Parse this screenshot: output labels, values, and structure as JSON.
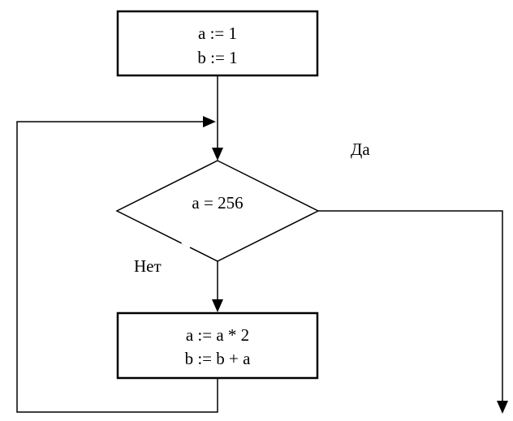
{
  "diagram": {
    "type": "flowchart",
    "line_color": "#000000",
    "background": "#ffffff",
    "nodes": {
      "init": {
        "kind": "process",
        "lines": [
          "a := 1",
          "b := 1"
        ]
      },
      "condition": {
        "kind": "decision",
        "text": "a = 256"
      },
      "body": {
        "kind": "process",
        "lines": [
          "a := a * 2",
          "b := b + a"
        ]
      }
    },
    "labels": {
      "yes": "Да",
      "no": "Нет"
    },
    "edges": [
      {
        "from": "init",
        "to": "condition"
      },
      {
        "from": "condition",
        "to": "body",
        "label": "Нет"
      },
      {
        "from": "condition",
        "to": "exit",
        "label": "Да"
      },
      {
        "from": "body",
        "to": "condition",
        "kind": "loop-back"
      }
    ]
  }
}
